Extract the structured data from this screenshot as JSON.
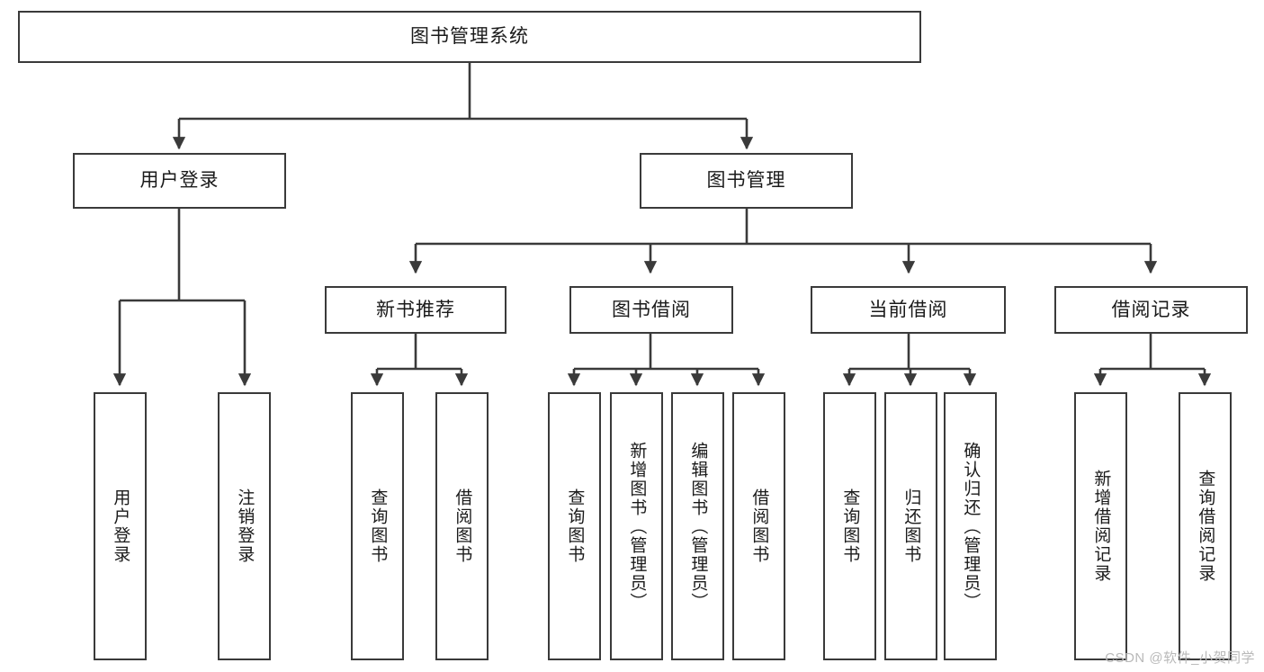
{
  "diagram": {
    "title": "图书管理系统",
    "type": "tree-hierarchy",
    "root": {
      "label": "图书管理系统"
    },
    "level2": [
      {
        "label": "用户登录"
      },
      {
        "label": "图书管理"
      }
    ],
    "level3": [
      {
        "label": "新书推荐"
      },
      {
        "label": "图书借阅"
      },
      {
        "label": "当前借阅"
      },
      {
        "label": "借阅记录"
      }
    ],
    "leaves": {
      "user_login": [
        {
          "label": "用户登录"
        },
        {
          "label": "注销登录"
        }
      ],
      "new_book_recommend": [
        {
          "label": "查询图书"
        },
        {
          "label": "借阅图书"
        }
      ],
      "book_borrow": [
        {
          "label": "查询图书"
        },
        {
          "label": "新增图书（管理员）"
        },
        {
          "label": "编辑图书（管理员）"
        },
        {
          "label": "借阅图书"
        }
      ],
      "current_borrow": [
        {
          "label": "查询图书"
        },
        {
          "label": "归还图书"
        },
        {
          "label": "确认归还（管理员）"
        }
      ],
      "borrow_record": [
        {
          "label": "新增借阅记录"
        },
        {
          "label": "查询借阅记录"
        }
      ]
    }
  },
  "watermark": {
    "text": "CSDN @软件_小贺同学"
  },
  "colors": {
    "box_border": "#3a3a3a",
    "edge": "#3a3a3a",
    "text": "#1a1a1a",
    "background": "#ffffff",
    "watermark": "#b9b9b9"
  }
}
